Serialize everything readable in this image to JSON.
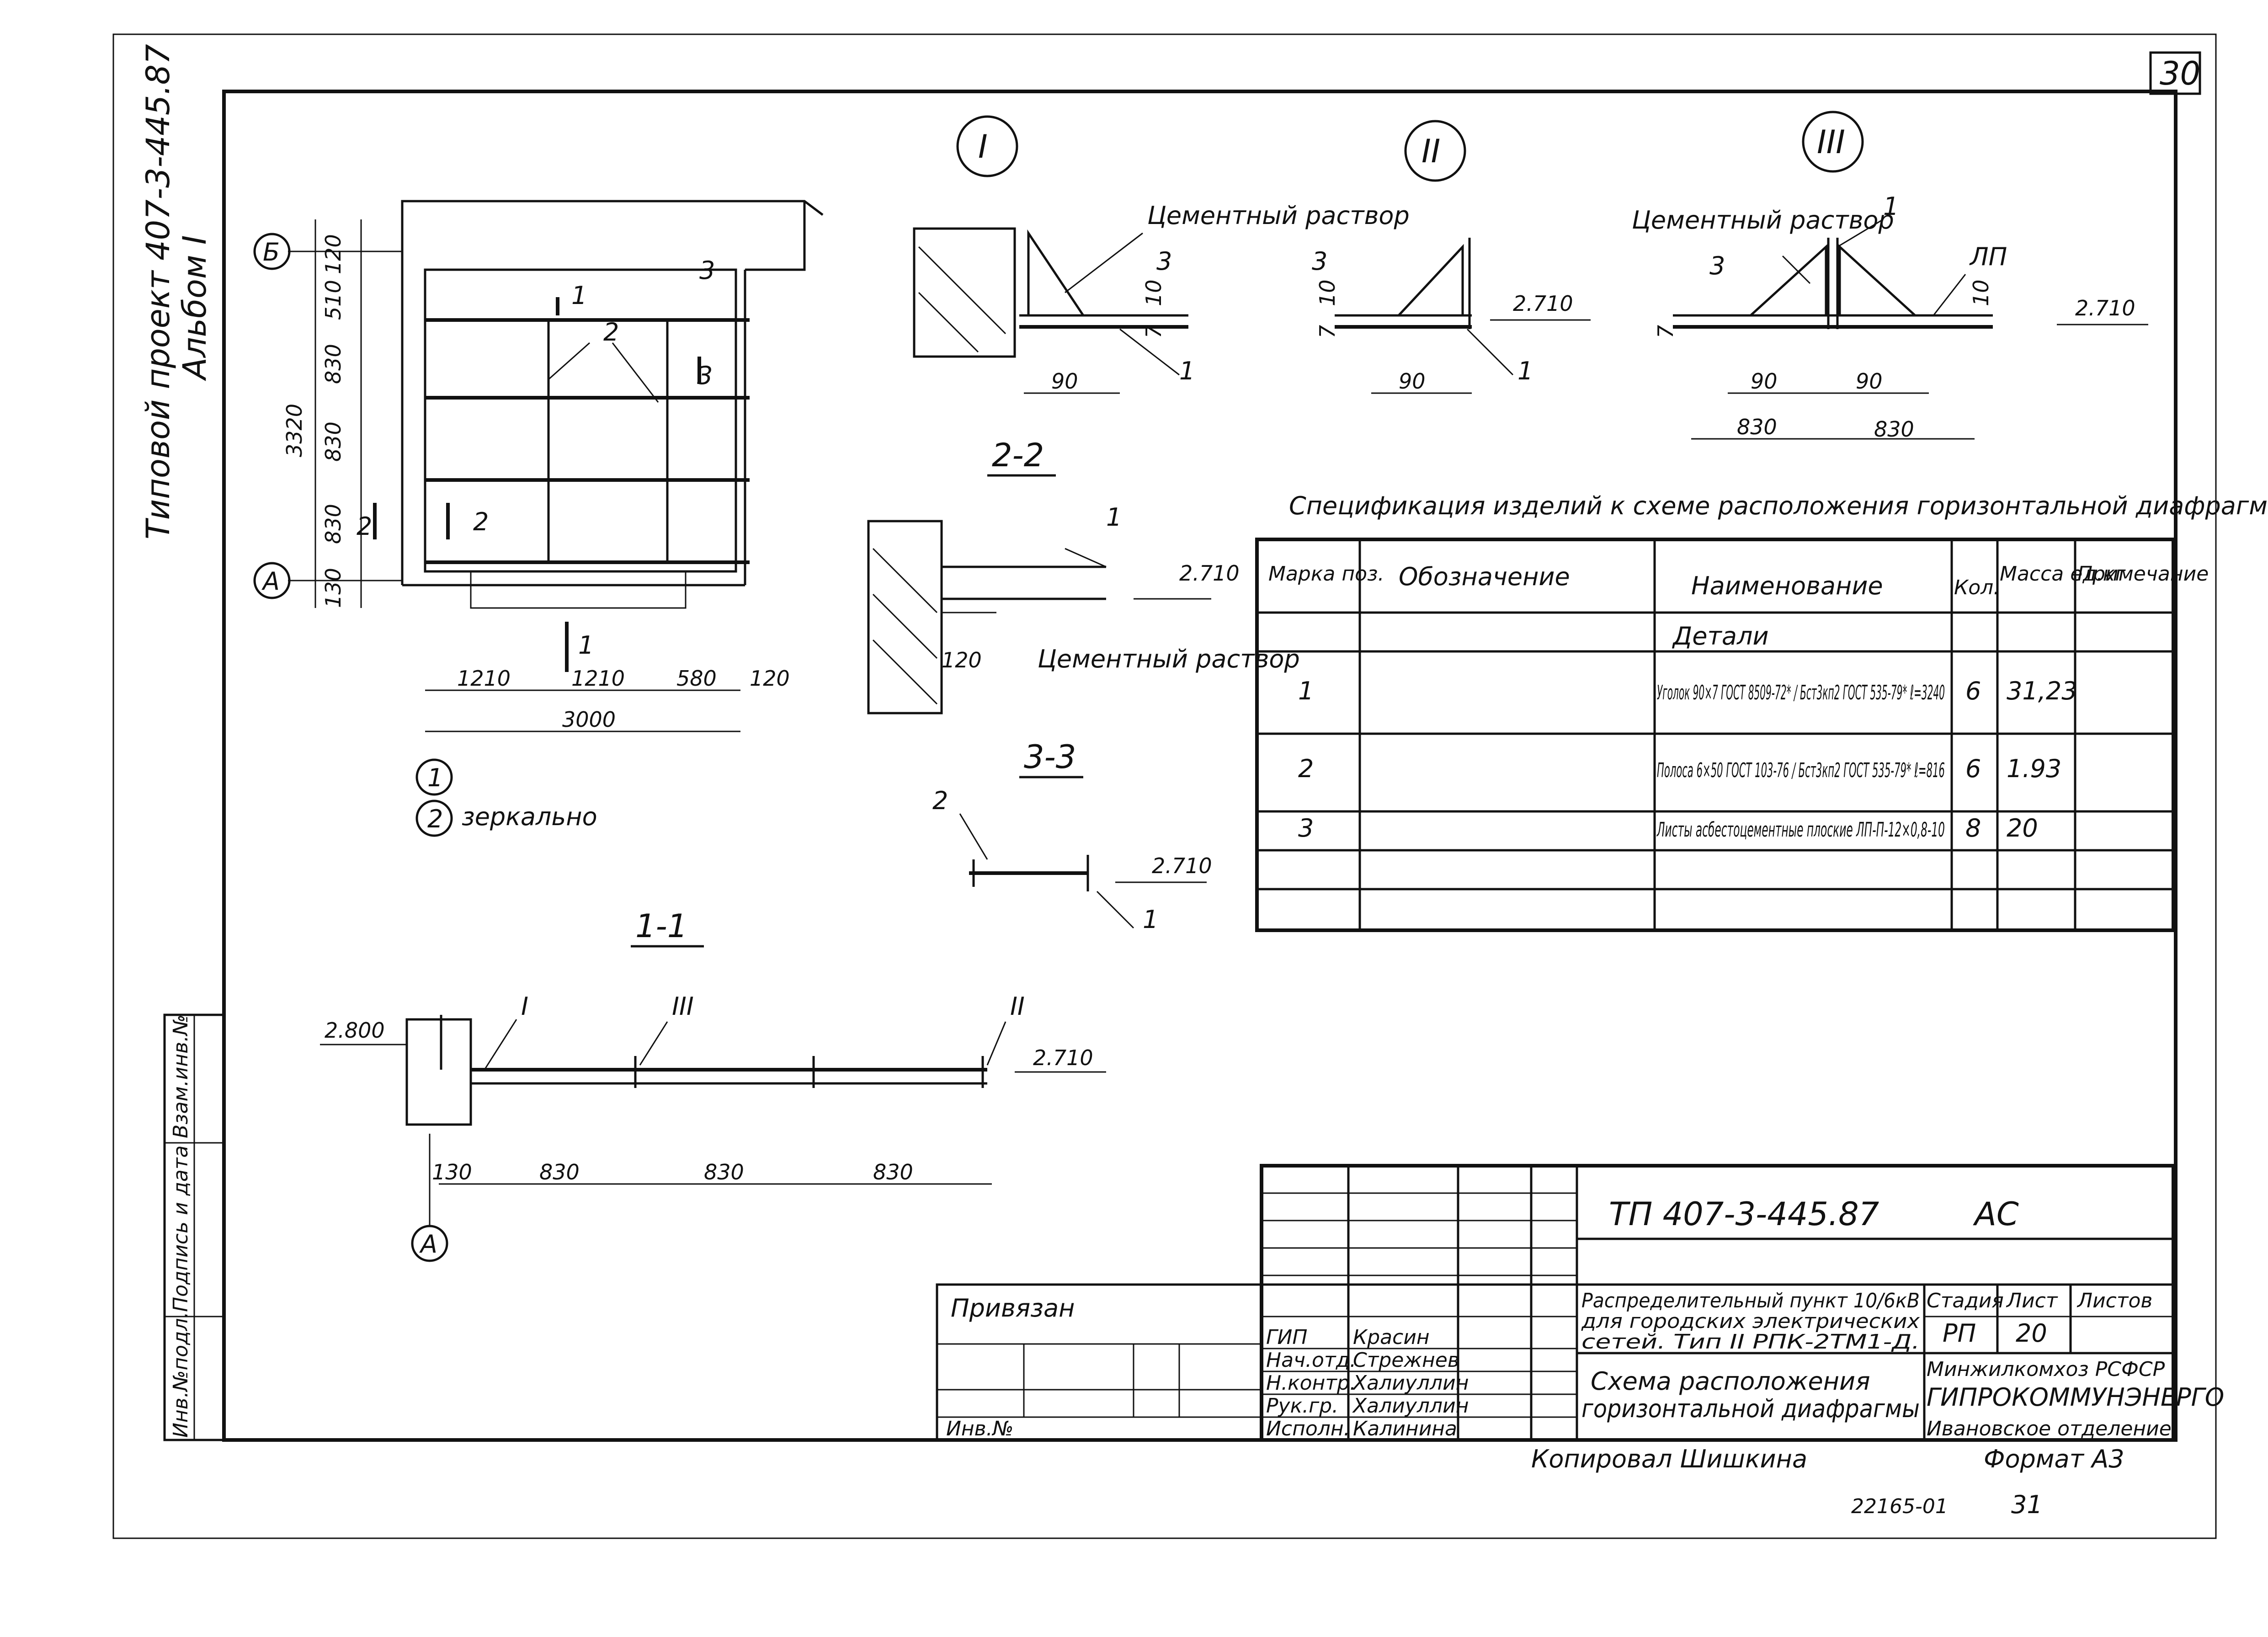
{
  "sheet": {
    "number": "30",
    "copy_note": "Копировал Шишкина",
    "format": "Формат А3",
    "stamp_code": "22165-01",
    "stamp_page": "31"
  },
  "side_title": {
    "line1": "Типовой проект 407-3-445.87",
    "line2": "Альбом I"
  },
  "left_stamp": {
    "labels": [
      "Инв.№подл.",
      "Подпись и дата",
      "Взам.инв.№"
    ]
  },
  "plan": {
    "axis_top": "Б",
    "axis_bottom": "А",
    "dims_vertical": [
      "120",
      "510",
      "830",
      "830",
      "830",
      "130"
    ],
    "total_vertical": "3320",
    "dims_horizontal": [
      "1210",
      "1210",
      "580",
      "120"
    ],
    "total_horizontal": "3000",
    "marks": [
      "1",
      "2",
      "3"
    ],
    "section_marks": [
      "1",
      "2",
      "3",
      "2",
      "1"
    ],
    "note_mark_1": "1",
    "note_mark_2": "2",
    "note_mirror": "зеркально"
  },
  "section_1_1": {
    "title": "1-1",
    "level_left": "2.800",
    "level_right": "2.710",
    "node_marks": [
      "I",
      "III",
      "II"
    ],
    "dims": [
      "130",
      "830",
      "830",
      "830"
    ],
    "axis": "А"
  },
  "section_2_2": {
    "title": "2-2",
    "mark": "1",
    "level": "2.710",
    "dim": "120",
    "note": "Цементный раствор"
  },
  "section_3_3": {
    "title": "3-3",
    "mark_top": "2",
    "mark_bottom": "1",
    "level": "2.710"
  },
  "node_I": {
    "label": "I",
    "note": "Цементный раствор",
    "mark_3": "3",
    "mark_1": "1",
    "dim_10": "10",
    "dim_7": "7",
    "dim_90": "90"
  },
  "node_II": {
    "label": "II",
    "mark_3": "3",
    "mark_1": "1",
    "dim_10": "10",
    "dim_7": "7",
    "dim_90": "90",
    "level": "2.710"
  },
  "node_III": {
    "label": "III",
    "note": "Цементный раствор",
    "mark_1": "1",
    "mark_3": "3",
    "mark_lp": "ЛП",
    "dim_10": "10",
    "dim_7": "7",
    "dims_90": [
      "90",
      "90"
    ],
    "dims_830": [
      "830",
      "830"
    ],
    "level": "2.710"
  },
  "spec": {
    "title": "Спецификация изделий к схеме расположения горизонтальной диафрагмы",
    "headers": [
      "Марка поз.",
      "Обозначение",
      "Наименование",
      "Кол.",
      "Масса ед.кг",
      "Примечание"
    ],
    "group": "Детали",
    "rows": [
      {
        "pos": "1",
        "name": "Уголок 90×7 ГОСТ 8509-72* / Бст3кп2 ГОСТ 535-79* ℓ=3240",
        "qty": "6",
        "mass": "31,23"
      },
      {
        "pos": "2",
        "name": "Полоса 6×50 ГОСТ 103-76 / Бст3кп2 ГОСТ 535-79* ℓ=816",
        "qty": "6",
        "mass": "1.93"
      },
      {
        "pos": "3",
        "name": "Листы асбестоцементные плоские ЛП-П-12×0,8-10",
        "qty": "8",
        "mass": "20"
      }
    ]
  },
  "title_block": {
    "code": "ТП 407-3-445.87",
    "section": "АС",
    "tied": "Привязан",
    "inv": "Инв.№",
    "roles": [
      {
        "role": "ГИП",
        "name": "Красин"
      },
      {
        "role": "Нач.отд.",
        "name": "Стрежнев"
      },
      {
        "role": "Н.контр.",
        "name": "Халиуллин"
      },
      {
        "role": "Рук.гр.",
        "name": "Халиуллин"
      },
      {
        "role": "Исполн.",
        "name": "Калинина"
      }
    ],
    "project": "Распределительный пункт 10/6кВ для городских электрических сетей. Тип II РПК-2ТМ1-Д.",
    "sheet_title": "Схема расположения горизонтальной диафрагмы",
    "stage_label": "Стадия",
    "sheet_label": "Лист",
    "sheets_label": "Листов",
    "stage": "РП",
    "sheet_no": "20",
    "org1": "Минжилкомхоз РСФСР",
    "org2": "ГИПРОКОММУНЭНЕРГО",
    "org3": "Ивановское отделение"
  }
}
